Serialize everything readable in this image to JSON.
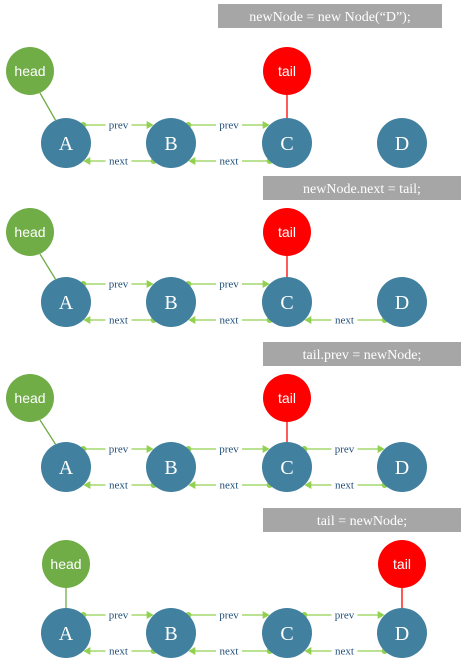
{
  "steps": [
    {
      "code": "newNode = new Node(“D”);",
      "nodes": [
        "A",
        "B",
        "C",
        "D"
      ],
      "head_label": "head",
      "tail_label": "tail",
      "head_at": "A",
      "tail_at": "C",
      "links": [
        {
          "from": "A",
          "to": "B",
          "label": "prev",
          "dir": "forward"
        },
        {
          "from": "B",
          "to": "C",
          "label": "prev",
          "dir": "forward"
        },
        {
          "from": "C",
          "to": "B",
          "label": "next",
          "dir": "backward"
        },
        {
          "from": "B",
          "to": "A",
          "label": "next",
          "dir": "backward"
        }
      ]
    },
    {
      "code": "newNode.next = tail;",
      "nodes": [
        "A",
        "B",
        "C",
        "D"
      ],
      "head_label": "head",
      "tail_label": "tail",
      "head_at": "A",
      "tail_at": "C",
      "links": [
        {
          "from": "A",
          "to": "B",
          "label": "prev",
          "dir": "forward"
        },
        {
          "from": "B",
          "to": "C",
          "label": "prev",
          "dir": "forward"
        },
        {
          "from": "C",
          "to": "B",
          "label": "next",
          "dir": "backward"
        },
        {
          "from": "B",
          "to": "A",
          "label": "next",
          "dir": "backward"
        },
        {
          "from": "D",
          "to": "C",
          "label": "next",
          "dir": "backward"
        }
      ]
    },
    {
      "code": "tail.prev = newNode;",
      "nodes": [
        "A",
        "B",
        "C",
        "D"
      ],
      "head_label": "head",
      "tail_label": "tail",
      "head_at": "A",
      "tail_at": "C",
      "links": [
        {
          "from": "A",
          "to": "B",
          "label": "prev",
          "dir": "forward"
        },
        {
          "from": "B",
          "to": "C",
          "label": "prev",
          "dir": "forward"
        },
        {
          "from": "C",
          "to": "D",
          "label": "prev",
          "dir": "forward"
        },
        {
          "from": "C",
          "to": "B",
          "label": "next",
          "dir": "backward"
        },
        {
          "from": "B",
          "to": "A",
          "label": "next",
          "dir": "backward"
        },
        {
          "from": "D",
          "to": "C",
          "label": "next",
          "dir": "backward"
        }
      ]
    },
    {
      "code": "tail = newNode;",
      "nodes": [
        "A",
        "B",
        "C",
        "D"
      ],
      "head_label": "head",
      "tail_label": "tail",
      "head_at": "A",
      "tail_at": "D",
      "links": [
        {
          "from": "A",
          "to": "B",
          "label": "prev",
          "dir": "forward"
        },
        {
          "from": "B",
          "to": "C",
          "label": "prev",
          "dir": "forward"
        },
        {
          "from": "C",
          "to": "D",
          "label": "prev",
          "dir": "forward"
        },
        {
          "from": "C",
          "to": "B",
          "label": "next",
          "dir": "backward"
        },
        {
          "from": "B",
          "to": "A",
          "label": "next",
          "dir": "backward"
        },
        {
          "from": "D",
          "to": "C",
          "label": "next",
          "dir": "backward"
        }
      ]
    }
  ]
}
